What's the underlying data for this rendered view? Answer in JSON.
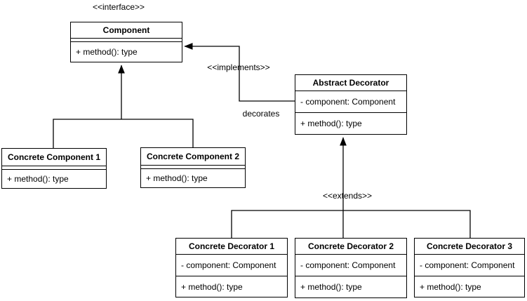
{
  "diagram": {
    "labels": {
      "interface_stereotype": "<<interface>>",
      "implements": "<<implements>>",
      "decorates": "decorates",
      "extends": "<<extends>>"
    },
    "classes": {
      "component": {
        "title": "Component",
        "method": "+ method(): type"
      },
      "concrete_component_1": {
        "title": "Concrete Component 1",
        "method": "+ method(): type"
      },
      "concrete_component_2": {
        "title": "Concrete Component 2",
        "method": "+ method(): type"
      },
      "abstract_decorator": {
        "title": "Abstract Decorator",
        "attribute": "- component: Component",
        "method": "+ method(): type"
      },
      "concrete_decorator_1": {
        "title": "Concrete Decorator 1",
        "attribute": "- component: Component",
        "method": "+ method(): type"
      },
      "concrete_decorator_2": {
        "title": "Concrete Decorator 2",
        "attribute": "- component: Component",
        "method": "+ method(): type"
      },
      "concrete_decorator_3": {
        "title": "Concrete Decorator 3",
        "attribute": "- component: Component",
        "method": "+ method(): type"
      }
    },
    "colors": {
      "line": "#000000",
      "background": "#ffffff"
    }
  }
}
